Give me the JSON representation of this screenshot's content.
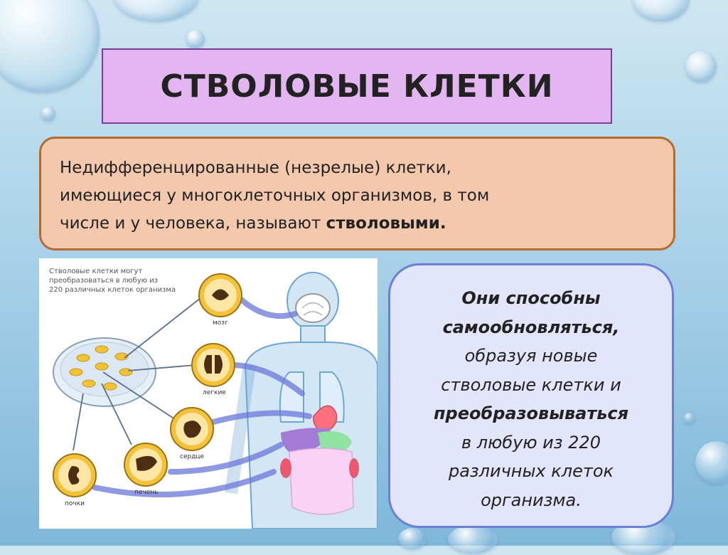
{
  "title": "СТВОЛОВЫЕ КЛЕТКИ",
  "definition": {
    "lines": [
      "Недифференцированные (незрелые) клетки,",
      "имеющиеся у многоклеточных организмов, в том",
      "числе и у человека, называют "
    ],
    "bold_word": "стволовыми."
  },
  "diagram": {
    "caption_lines": [
      "Стволовые клетки могут",
      "преобразоваться в любую из",
      "220 различных клеток организма"
    ],
    "labels": {
      "brain": "мозг",
      "lungs": "легкие",
      "heart": "сердце",
      "liver": "печень",
      "kidneys": "почки"
    }
  },
  "ability": {
    "lines": [
      {
        "text": "Они способны",
        "bold": true
      },
      {
        "text": "самообновляться,",
        "bold": true
      },
      {
        "text": "образуя новые",
        "bold": false
      },
      {
        "text": "стволовые клетки и",
        "bold": false
      },
      {
        "text": "преобразовываться",
        "bold": true
      },
      {
        "text": "в любую из 220",
        "bold": false
      },
      {
        "text": "различных клеток",
        "bold": false
      },
      {
        "text": "организма.",
        "bold": false
      }
    ]
  }
}
